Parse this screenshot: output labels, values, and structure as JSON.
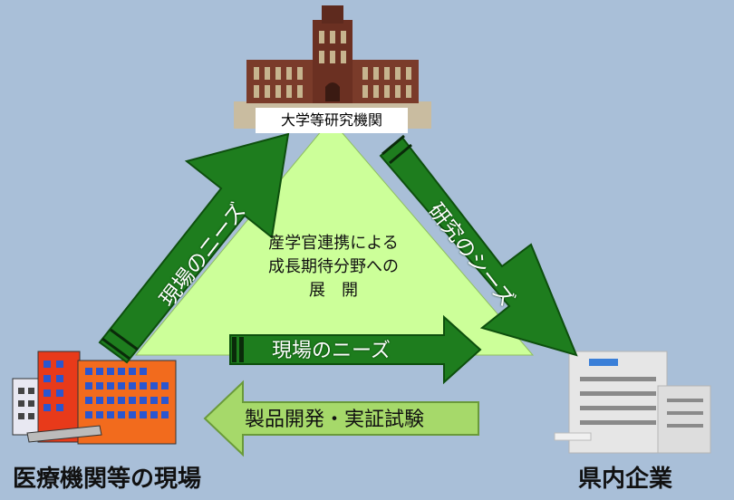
{
  "nodes": {
    "top": "大学等研究機関",
    "left": "医療機関等の現場",
    "right": "県内企業"
  },
  "center": {
    "line1": "産学官連携による",
    "line2": "成長期待分野への",
    "line3": "展　開"
  },
  "arrows": {
    "left_up": "現場のニーズ",
    "right_down": "研究のシーズ",
    "bottom_right": "現場のニーズ",
    "bottom_left": "製品開発・実証試験"
  },
  "colors": {
    "background": "#a9bfd8",
    "triangle": "#ccff99",
    "arrow_green": "#1e7d1e",
    "arrow_light_green": "#a6d96a"
  }
}
